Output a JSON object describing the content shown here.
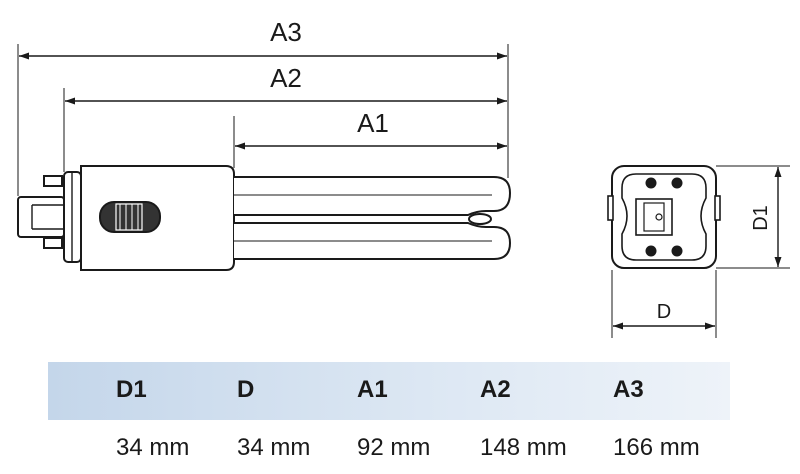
{
  "drawing": {
    "side_view": {
      "dimension_labels": [
        "A3",
        "A2",
        "A1"
      ]
    },
    "end_view": {
      "height_label": "D1",
      "width_label": "D"
    }
  },
  "table": {
    "headers": [
      "D1",
      "D",
      "A1",
      "A2",
      "A3"
    ],
    "values": [
      "34 mm",
      "34 mm",
      "92 mm",
      "148 mm",
      "166 mm"
    ]
  }
}
